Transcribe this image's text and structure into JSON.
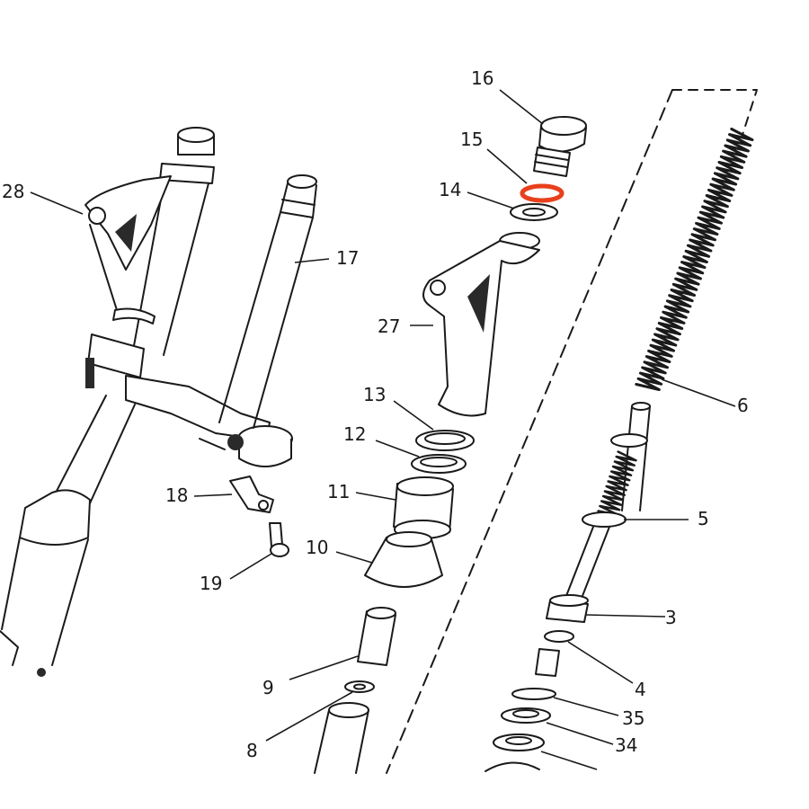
{
  "labels": {
    "p3": "3",
    "p4": "4",
    "p5": "5",
    "p6": "6",
    "p8": "8",
    "p9": "9",
    "p10": "10",
    "p11": "11",
    "p12": "12",
    "p13": "13",
    "p14": "14",
    "p15": "15",
    "p16": "16",
    "p17": "17",
    "p18": "18",
    "p19": "19",
    "p27": "27",
    "p28": "28",
    "p34": "34",
    "p35": "35"
  },
  "colors": {
    "line": "#1a1a1a",
    "highlight": "#e8401c",
    "background": "#ffffff"
  }
}
